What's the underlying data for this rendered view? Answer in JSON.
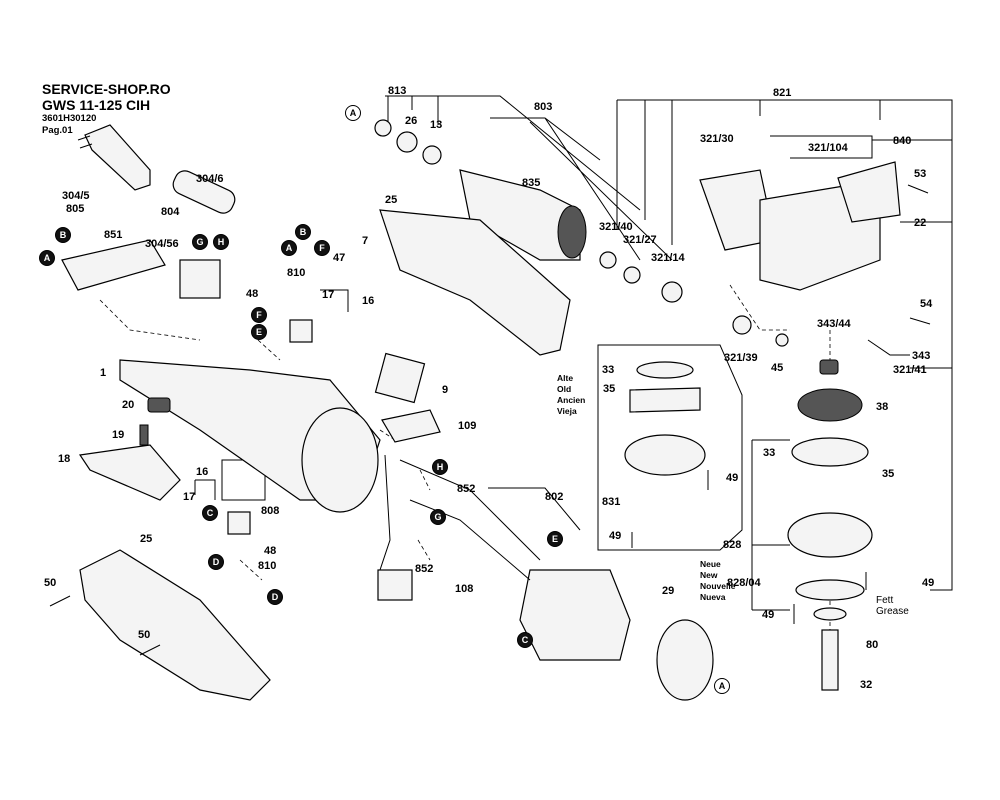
{
  "header": {
    "shop": "SERVICE-SHOP.RO",
    "model": "GWS 11-125 CIH",
    "part_number": "3601H30120",
    "page": "Pag.01"
  },
  "callouts": [
    "A",
    "B",
    "C",
    "D",
    "E",
    "F",
    "G",
    "H"
  ],
  "labels": {
    "l_813": "813",
    "l_803": "803",
    "l_821": "821",
    "l_26": "26",
    "l_13": "13",
    "l_321_30": "321/30",
    "l_840": "840",
    "l_321_104": "321/104",
    "l_835": "835",
    "l_304_5": "304/5",
    "l_805": "805",
    "l_304_6": "304/6",
    "l_804": "804",
    "l_304_56": "304/56",
    "l_851": "851",
    "l_25a": "25",
    "l_53": "53",
    "l_22": "22",
    "l_321_40": "321/40",
    "l_321_27": "321/27",
    "l_321_14": "321/14",
    "l_7": "7",
    "l_47": "47",
    "l_810a": "810",
    "l_48a": "48",
    "l_17a": "17",
    "l_16a": "16",
    "l_54": "54",
    "l_343_44": "343/44",
    "l_343": "343",
    "l_321_39": "321/39",
    "l_45": "45",
    "l_321_41": "321/41",
    "l_1": "1",
    "l_9": "9",
    "l_33a": "33",
    "l_35a": "35",
    "l_38": "38",
    "l_20": "20",
    "l_109": "109",
    "l_19": "19",
    "l_18": "18",
    "l_49a": "49",
    "l_33b": "33",
    "l_35b": "35",
    "l_16b": "16",
    "l_852a": "852",
    "l_802": "802",
    "l_831": "831",
    "l_17b": "17",
    "l_808": "808",
    "l_49b": "49",
    "l_828": "828",
    "l_48b": "48",
    "l_810b": "810",
    "l_852b": "852",
    "l_25b": "25",
    "l_108": "108",
    "l_29": "29",
    "l_828_04": "828/04",
    "l_49c": "49",
    "l_50a": "50",
    "l_49d": "49",
    "l_80": "80",
    "l_50b": "50",
    "l_32": "32"
  },
  "notes": {
    "old": [
      "Alte",
      "Old",
      "Ancien",
      "Vieja"
    ],
    "new": [
      "Neue",
      "New",
      "Nouvelle",
      "Nueva"
    ],
    "grease": [
      "Fett",
      "Grease"
    ]
  }
}
